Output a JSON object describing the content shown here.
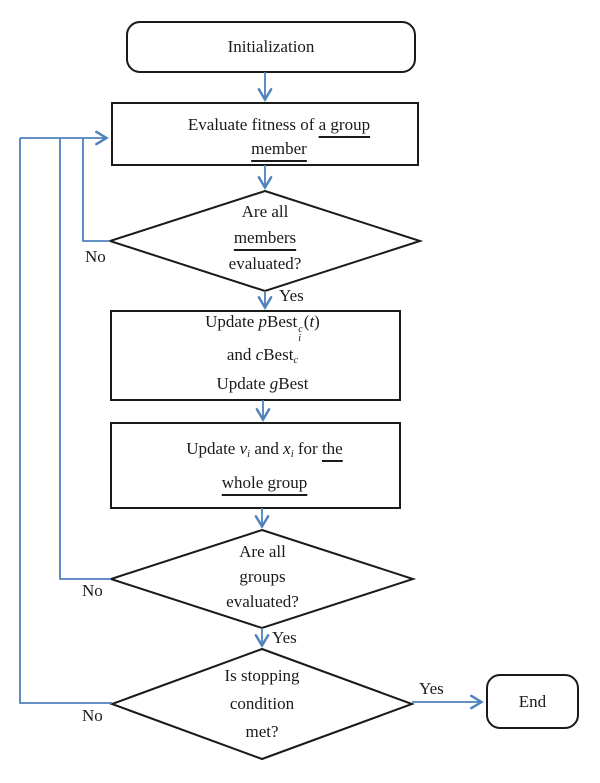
{
  "diagram_type": "flowchart",
  "colors": {
    "arrow_blue": "#4f81bd",
    "shape_border": "#1a1a1a",
    "shape_fill": "#ffffff",
    "text": "#1a1a1a",
    "background": "#ffffff"
  },
  "nodes": {
    "initialization": {
      "shape": "terminator",
      "label": "Initialization"
    },
    "evaluate": {
      "shape": "process",
      "line1_prefix": "Evaluate fitness of ",
      "line1_underlined": "a group",
      "line2_underlined": "member"
    },
    "members_check": {
      "shape": "decision",
      "line1": "Are all",
      "line2_underlined": "members",
      "line3": "evaluated?"
    },
    "update_best": {
      "shape": "process",
      "l1_update": "Update ",
      "l1_p": "p",
      "l1_best": "Best",
      "l1_sup": "c",
      "l1_sub": "i",
      "l1_open": "(",
      "l1_t": "t",
      "l1_close": ")",
      "l2_and": "and ",
      "l2_c": "c",
      "l2_best": "Best",
      "l2_sub": "c",
      "l3_update": "Update ",
      "l3_g": "g",
      "l3_best": "Best"
    },
    "update_vel": {
      "shape": "process",
      "l1_update": "Update ",
      "l1_v": "v",
      "l1_v_sub": "i",
      "l1_and": " and ",
      "l1_x": "x",
      "l1_x_sub": "i",
      "l1_for": " for ",
      "l1_the": "the",
      "l2_underlined": "whole group"
    },
    "groups_check": {
      "shape": "decision",
      "line1": "Are all",
      "line2": "groups",
      "line3": "evaluated?"
    },
    "stopping_check": {
      "shape": "decision",
      "line1": "Is stopping",
      "line2": "condition",
      "line3": "met?"
    },
    "end": {
      "shape": "terminator",
      "label": "End"
    }
  },
  "edge_labels": {
    "members_yes": "Yes",
    "members_no": "No",
    "groups_yes": "Yes",
    "groups_no": "No",
    "stopping_yes": "Yes",
    "stopping_no": "No"
  },
  "edges": [
    {
      "from": "initialization",
      "to": "evaluate",
      "label": ""
    },
    {
      "from": "evaluate",
      "to": "members_check",
      "label": ""
    },
    {
      "from": "members_check",
      "to": "update_best",
      "label": "Yes"
    },
    {
      "from": "members_check",
      "to": "evaluate",
      "label": "No"
    },
    {
      "from": "update_best",
      "to": "update_vel",
      "label": ""
    },
    {
      "from": "update_vel",
      "to": "groups_check",
      "label": ""
    },
    {
      "from": "groups_check",
      "to": "stopping_check",
      "label": "Yes"
    },
    {
      "from": "groups_check",
      "to": "evaluate",
      "label": "No"
    },
    {
      "from": "stopping_check",
      "to": "end",
      "label": "Yes"
    },
    {
      "from": "stopping_check",
      "to": "evaluate",
      "label": "No"
    }
  ]
}
